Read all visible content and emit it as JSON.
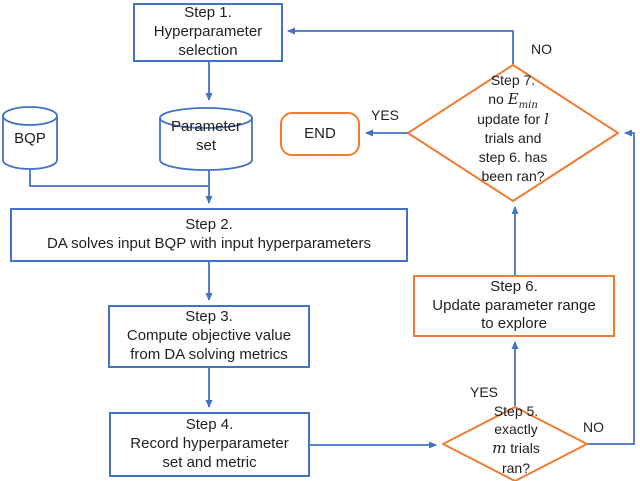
{
  "diagram": {
    "colors": {
      "blue": "#4472C4",
      "orange": "#ED7D31",
      "text": "#1f1f1f",
      "background": "#ffffff"
    },
    "step1": {
      "lines": [
        "Step 1.",
        "Hyperparameter",
        "selection"
      ]
    },
    "bqp": {
      "label": "BQP"
    },
    "param_set": {
      "lines": [
        "Parameter",
        "set"
      ]
    },
    "end": {
      "label": "END"
    },
    "step2": {
      "lines": [
        "Step 2.",
        "DA solves input BQP with input hyperparameters"
      ]
    },
    "step3": {
      "lines": [
        "Step 3.",
        "Compute objective value",
        "from DA solving metrics"
      ]
    },
    "step4": {
      "lines": [
        "Step 4.",
        "Record hyperparameter",
        "set and metric"
      ]
    },
    "step6": {
      "lines": [
        "Step 6.",
        "Update parameter range",
        "to explore"
      ]
    },
    "step7": {
      "line1": "Step 7.",
      "line2_pre": "no ",
      "line2_var": "E",
      "line2_sub": "min",
      "line3_pre": "update for ",
      "line3_var": "l",
      "line4": "trials and",
      "line5": "step 6. has",
      "line6": "been ran?"
    },
    "step5": {
      "line1": "Step 5.",
      "line2": "exactly",
      "line3_var": "m",
      "line3_post": " trials",
      "line4": "ran?"
    },
    "labels": {
      "no_step7_to_step1": "NO",
      "yes_step7_to_end": "YES",
      "yes_step5_to_step6": "YES",
      "no_step5_to_step7": "NO"
    }
  }
}
